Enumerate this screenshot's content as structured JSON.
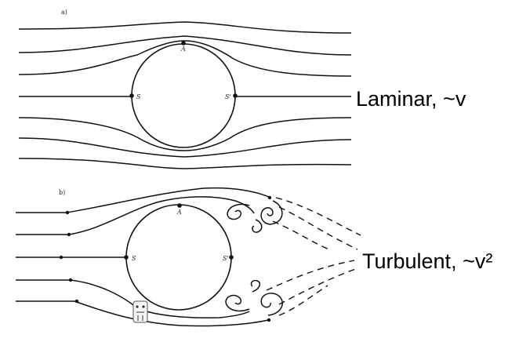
{
  "panels": {
    "a": {
      "label": "a)"
    },
    "b": {
      "label": "b)"
    }
  },
  "points": {
    "A": "A",
    "S": "S",
    "S_prime": "S'"
  },
  "captions": {
    "laminar": "Laminar, ~v",
    "turbulent": "Turbulent, ~v²"
  }
}
